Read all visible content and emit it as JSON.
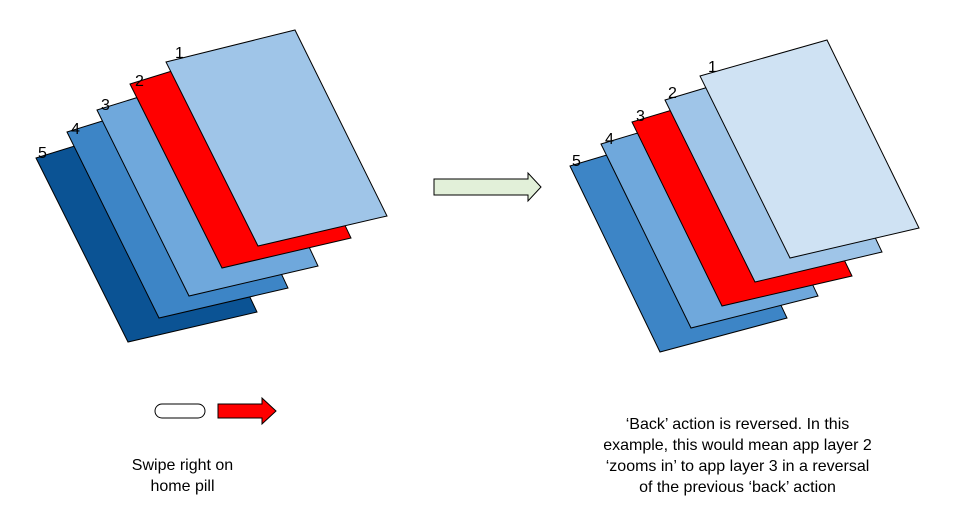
{
  "left_stack": {
    "layers": [
      {
        "label": "1",
        "color": "#9fc5e8"
      },
      {
        "label": "2",
        "color": "#ff0000"
      },
      {
        "label": "3",
        "color": "#6fa8dc"
      },
      {
        "label": "4",
        "color": "#3d85c6"
      },
      {
        "label": "5",
        "color": "#0b5394"
      }
    ]
  },
  "right_stack": {
    "layers": [
      {
        "label": "1",
        "color": "#cfe2f3"
      },
      {
        "label": "2",
        "color": "#9fc5e8"
      },
      {
        "label": "3",
        "color": "#ff0000"
      },
      {
        "label": "4",
        "color": "#6fa8dc"
      },
      {
        "label": "5",
        "color": "#3d85c6"
      }
    ]
  },
  "transition_arrow_color": "#e2f0d9",
  "gesture": {
    "pill_icon": "home-pill-icon",
    "arrow_color": "#ff0000"
  },
  "captions": {
    "left": "Swipe right on\nhome pill",
    "right": "‘Back’ action is reversed. In this\nexample, this would mean app layer 2\n‘zooms in’ to app layer 3 in a reversal\nof the previous ‘back’ action"
  }
}
